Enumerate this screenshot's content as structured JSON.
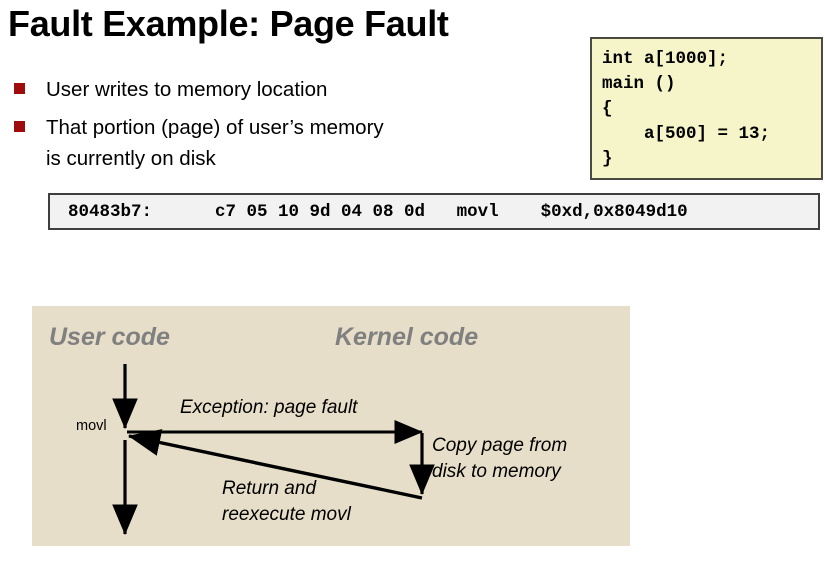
{
  "slide": {
    "title": "Fault Example: Page Fault",
    "bullets": [
      {
        "text": "User writes to memory location"
      },
      {
        "text": "That portion (page) of user’s memory",
        "line2": "is currently on disk"
      }
    ]
  },
  "code_box": {
    "background_color": "#F5F5C9",
    "border_color": "#4A4A42",
    "lines": [
      "int a[1000];",
      "main ()",
      "{",
      "    a[500] = 13;",
      "}"
    ]
  },
  "disassembly": {
    "background_color": "#F2F2F2",
    "border_color": "#3F3F3F",
    "text": "80483b7:      c7 05 10 9d 04 08 0d   movl    $0xd,0x8049d10",
    "address": "80483b7:",
    "bytes": "c7 05 10 9d 04 08 0d",
    "mnemonic": "movl",
    "operands": "$0xd,0x8049d10"
  },
  "diagram": {
    "background_color": "#E6DEC8",
    "heading_color": "#808080",
    "headings": {
      "user": "User code",
      "kernel": "Kernel code"
    },
    "labels": {
      "movl": "movl",
      "exception": "Exception: page fault",
      "copy_line1": "Copy page from",
      "copy_line2": "disk to memory",
      "return_line1": "Return and",
      "return_line2": "reexecute movl"
    }
  },
  "theme": {
    "bullet_marker_color": "#A00B0B",
    "page_background": "#FFFFFF",
    "text_color": "#000000"
  }
}
